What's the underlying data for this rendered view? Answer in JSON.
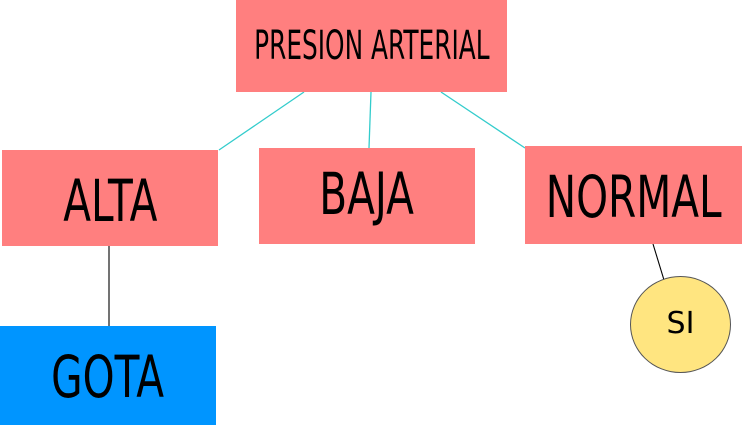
{
  "diagram": {
    "nodes": {
      "root": {
        "label": "PRESION ARTERIAL",
        "color": "#ff7f7f"
      },
      "alta": {
        "label": "ALTA",
        "color": "#ff7f7f"
      },
      "baja": {
        "label": "BAJA",
        "color": "#ff7f7f"
      },
      "normal": {
        "label": "NORMAL",
        "color": "#ff7f7f"
      },
      "gota": {
        "label": "GOTA",
        "color": "#0095ff"
      },
      "si": {
        "label": "SI",
        "color": "#ffe580",
        "shape": "circle"
      }
    },
    "edges": [
      {
        "from": "root",
        "to": "alta",
        "color": "#33cccc"
      },
      {
        "from": "root",
        "to": "baja",
        "color": "#33cccc"
      },
      {
        "from": "root",
        "to": "normal",
        "color": "#33cccc"
      },
      {
        "from": "alta",
        "to": "gota",
        "color": "#000000"
      },
      {
        "from": "normal",
        "to": "si",
        "color": "#000000"
      }
    ]
  }
}
